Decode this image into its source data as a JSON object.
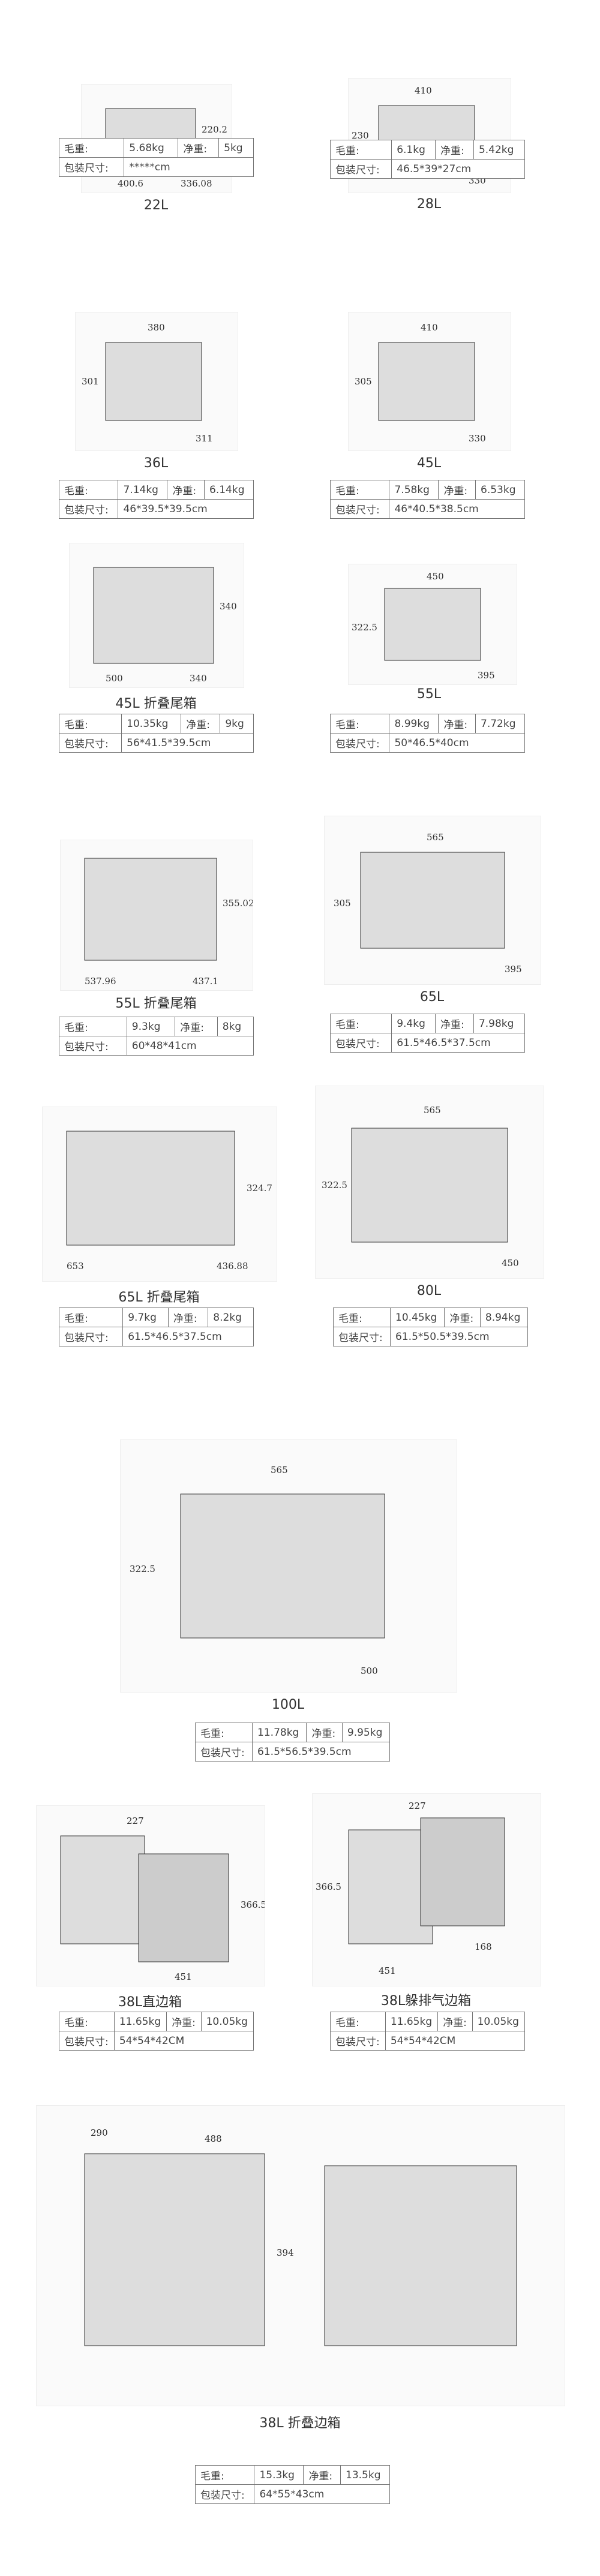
{
  "labels": {
    "gross": "毛重:",
    "net": "净重:",
    "pack": "包装尺寸:"
  },
  "items": [
    {
      "name": "22L",
      "gross": "5.68kg",
      "net": "5kg",
      "pack": "*****cm",
      "dims": [
        "400.6",
        "336.08",
        "220.2"
      ]
    },
    {
      "name": "28L",
      "gross": "6.1kg",
      "net": "5.42kg",
      "pack": "46.5*39*27cm",
      "dims": [
        "410",
        "330",
        "230"
      ]
    },
    {
      "name": "36L",
      "gross": "7.14kg",
      "net": "6.14kg",
      "pack": "46*39.5*39.5cm",
      "dims": [
        "380",
        "311",
        "301"
      ]
    },
    {
      "name": "45L",
      "gross": "7.58kg",
      "net": "6.53kg",
      "pack": "46*40.5*38.5cm",
      "dims": [
        "410",
        "330",
        "305"
      ]
    },
    {
      "name": "45L 折叠尾箱",
      "gross": "10.35kg",
      "net": "9kg",
      "pack": "56*41.5*39.5cm",
      "dims": [
        "500",
        "340",
        "340"
      ]
    },
    {
      "name": "55L",
      "gross": "8.99kg",
      "net": "7.72kg",
      "pack": "50*46.5*40cm",
      "dims": [
        "450",
        "395",
        "322.5"
      ]
    },
    {
      "name": "55L 折叠尾箱",
      "gross": "9.3kg",
      "net": "8kg",
      "pack": "60*48*41cm",
      "dims": [
        "537.96",
        "437.1",
        "355.02"
      ]
    },
    {
      "name": "65L",
      "gross": "9.4kg",
      "net": "7.98kg",
      "pack": "61.5*46.5*37.5cm",
      "dims": [
        "565",
        "395",
        "305"
      ]
    },
    {
      "name": "65L 折叠尾箱",
      "gross": "9.7kg",
      "net": "8.2kg",
      "pack": "61.5*46.5*37.5cm",
      "dims": [
        "653",
        "436.88",
        "324.7"
      ]
    },
    {
      "name": "80L",
      "gross": "10.45kg",
      "net": "8.94kg",
      "pack": "61.5*50.5*39.5cm",
      "dims": [
        "565",
        "450",
        "322.5"
      ]
    },
    {
      "name": "100L",
      "gross": "11.78kg",
      "net": "9.95kg",
      "pack": "61.5*56.5*39.5cm",
      "dims": [
        "565",
        "500",
        "322.5"
      ]
    },
    {
      "name": "38L直边箱",
      "gross": "11.65kg",
      "net": "10.05kg",
      "pack": "54*54*42CM",
      "dims": [
        "227",
        "451",
        "366.5"
      ]
    },
    {
      "name": "38L躲排气边箱",
      "gross": "11.65kg",
      "net": "10.05kg",
      "pack": "54*54*42CM",
      "dims": [
        "227",
        "451",
        "366.5",
        "168"
      ]
    },
    {
      "name": "38L 折叠边箱",
      "gross": "15.3kg",
      "net": "13.5kg",
      "pack": "64*55*43cm",
      "dims": [
        "290",
        "488",
        "394"
      ]
    }
  ]
}
